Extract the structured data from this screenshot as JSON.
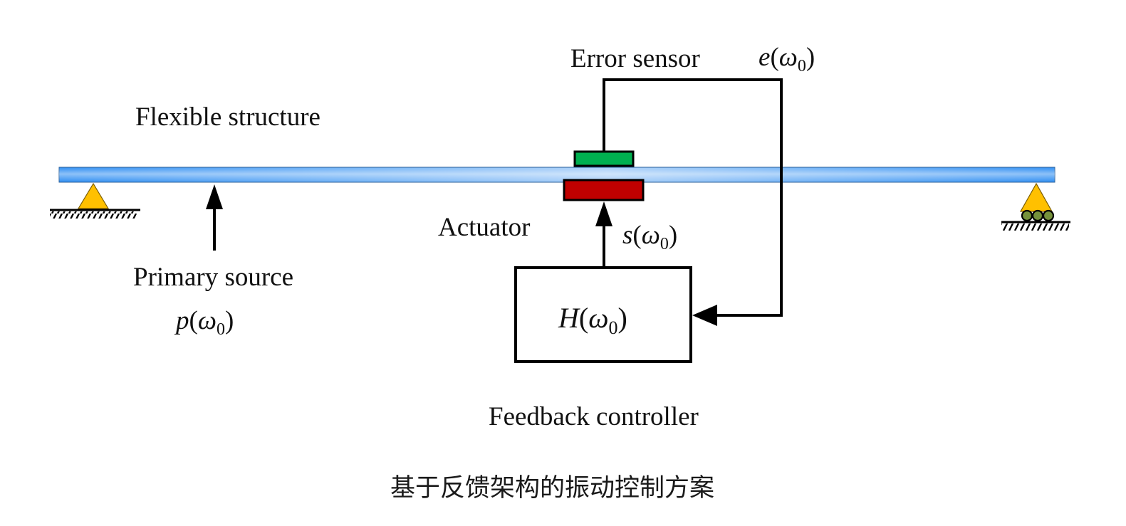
{
  "title": "基于反馈架构的振动控制方案",
  "labels": {
    "flexible_structure": "Flexible structure",
    "error_sensor": "Error sensor",
    "actuator": "Actuator",
    "primary_source": "Primary source",
    "feedback_controller": "Feedback controller"
  },
  "signals": {
    "error": {
      "fn": "e",
      "open": "(",
      "var": "ω",
      "sub": "0",
      "close": ")"
    },
    "control": {
      "fn": "s",
      "open": "(",
      "var": "ω",
      "sub": "0",
      "close": ")"
    },
    "primary": {
      "fn": "p",
      "open": "(",
      "var": "ω",
      "sub": "0",
      "close": ")"
    },
    "controller": {
      "fn": "H",
      "open": "(",
      "var": "ω",
      "sub": "0",
      "close": ")"
    }
  },
  "colors": {
    "beam": "#3d95f2",
    "beam_highlight": "#d6e8fb",
    "sensor": "#00b050",
    "actuator": "#c00000",
    "support": "#ffc000",
    "roller": "#76923c",
    "line": "#000000"
  }
}
